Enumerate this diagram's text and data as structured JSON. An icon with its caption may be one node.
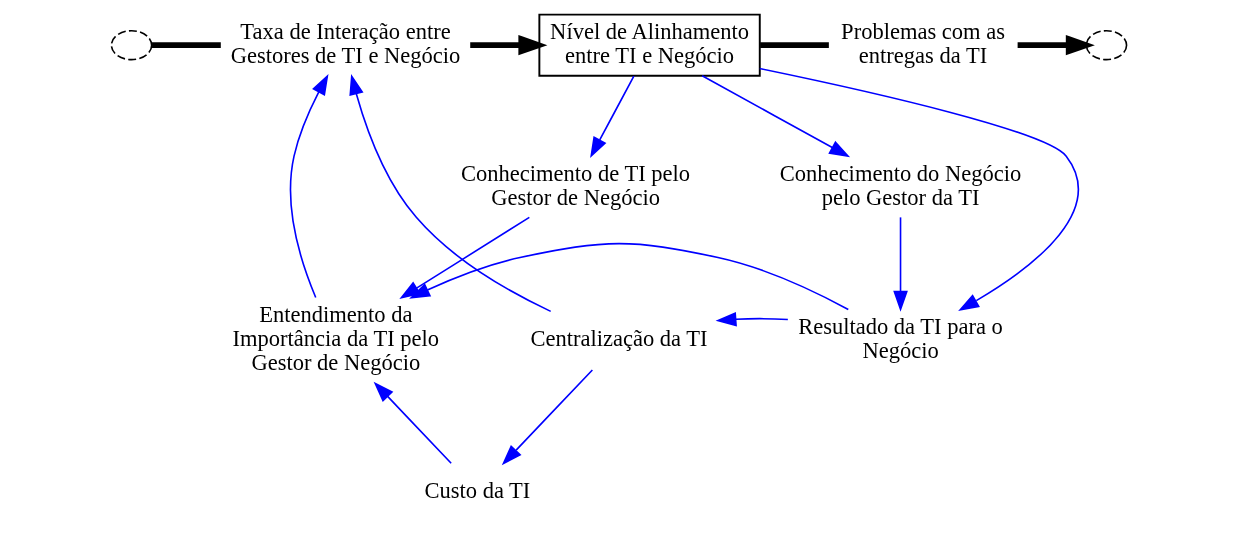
{
  "diagram": {
    "nodes": [
      {
        "text": [],
        "shape": "cloud"
      },
      {
        "text": [
          "Taxa de Interação entre Gestores de TI e Negócio"
        ]
      },
      {
        "text": [
          "Nível de Alinhamento entre TI e Negócio"
        ]
      },
      {
        "text": [
          "Problemas com as entregas da TI"
        ]
      },
      {
        "text": [],
        "shape": "cloud"
      },
      {
        "text": [
          "Conhecimento de TI pelo Gestor de Negócio"
        ]
      },
      {
        "text": [
          "Conhecimento do Negócio pelo Gestor da TI"
        ]
      },
      {
        "text": [
          "Entendimento da Importância da TI pelo Gestor de Negócio"
        ]
      },
      {
        "text": [
          "Centralização da TI"
        ]
      },
      {
        "text": [
          "Resultado da TI para o Negócio"
        ]
      },
      {
        "text": [
          "Custo da TI"
        ]
      }
    ],
    "edges": [
      {
        "from": 0,
        "to": 1,
        "arrow": "none",
        "style": "thick",
        "color": "#000000"
      },
      {
        "from": 1,
        "to": 2,
        "arrow": "to",
        "style": "thick",
        "color": "#000000"
      },
      {
        "from": 2,
        "to": 3,
        "arrow": "none",
        "style": "thick",
        "color": "#000000"
      },
      {
        "from": 3,
        "to": 4,
        "arrow": "to",
        "style": "thick",
        "color": "#000000"
      },
      {
        "from": 2,
        "to": 5,
        "arrow": "to"
      },
      {
        "from": 2,
        "to": 6,
        "arrow": "to"
      },
      {
        "from": 2,
        "to": 9,
        "arrow": "to"
      },
      {
        "from": 5,
        "to": 7,
        "arrow": "to"
      },
      {
        "from": 6,
        "to": 9,
        "arrow": "to"
      },
      {
        "from": 7,
        "to": 1,
        "arrow": "to"
      },
      {
        "from": 8,
        "to": 1,
        "arrow": "to"
      },
      {
        "from": 8,
        "to": 10,
        "arrow": "to"
      },
      {
        "from": 9,
        "to": 8,
        "arrow": "to"
      },
      {
        "from": 10,
        "to": 7,
        "arrow": "to"
      },
      {
        "from": 9,
        "to": 7,
        "arrow": "to"
      }
    ]
  }
}
